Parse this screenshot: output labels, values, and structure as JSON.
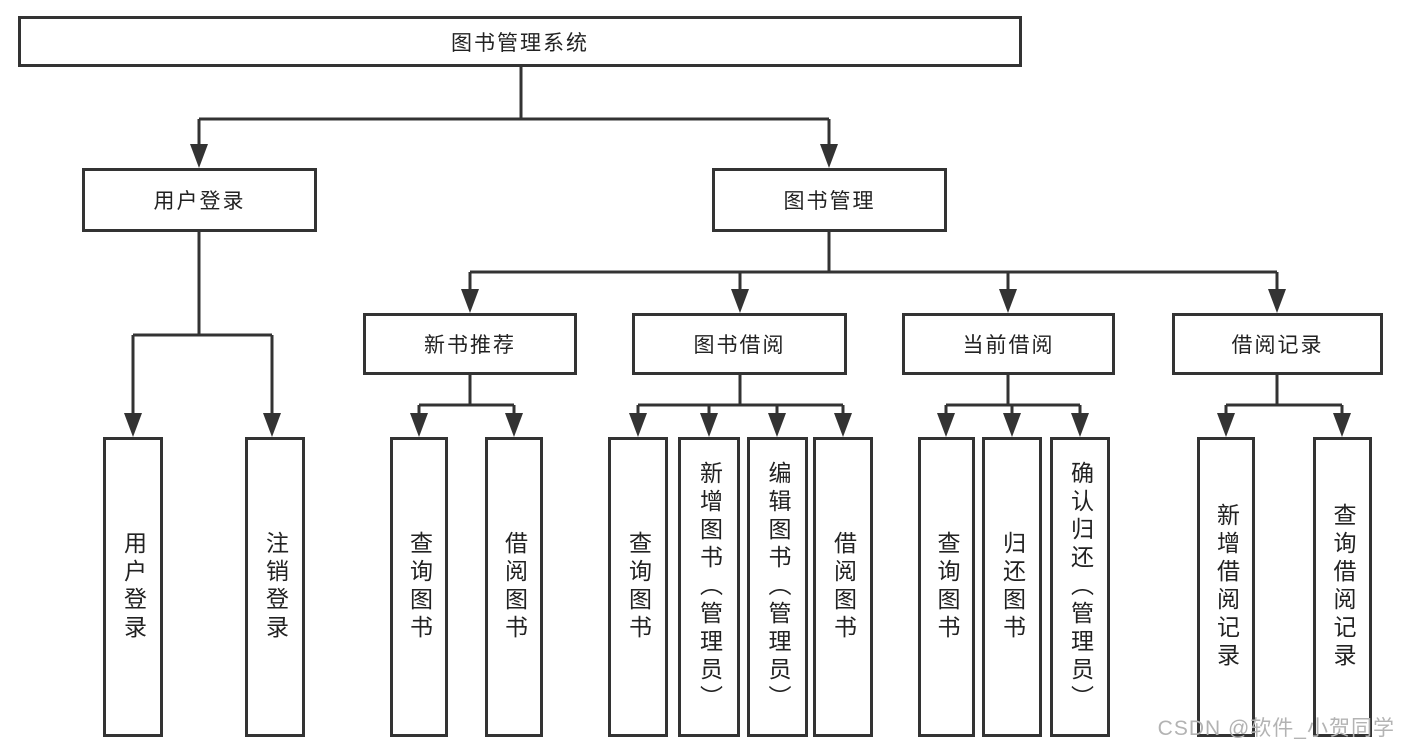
{
  "tree": {
    "label": "图书管理系统",
    "children": [
      {
        "label": "用户登录",
        "children": [
          {
            "label": "用户登录"
          },
          {
            "label": "注销登录"
          }
        ]
      },
      {
        "label": "图书管理",
        "children": [
          {
            "label": "新书推荐",
            "children": [
              {
                "label": "查询图书"
              },
              {
                "label": "借阅图书"
              }
            ]
          },
          {
            "label": "图书借阅",
            "children": [
              {
                "label": "查询图书"
              },
              {
                "label": "新增图书（管理员）"
              },
              {
                "label": "编辑图书（管理员）"
              },
              {
                "label": "借阅图书"
              }
            ]
          },
          {
            "label": "当前借阅",
            "children": [
              {
                "label": "查询图书"
              },
              {
                "label": "归还图书"
              },
              {
                "label": "确认归还（管理员）"
              }
            ]
          },
          {
            "label": "借阅记录",
            "children": [
              {
                "label": "新增借阅记录"
              },
              {
                "label": "查询借阅记录"
              }
            ]
          }
        ]
      }
    ]
  },
  "watermark": {
    "text": "CSDN @软件_小贺同学"
  },
  "colors": {
    "border": "#333333",
    "line": "#333333",
    "text": "#222222",
    "watermark": "#b3b3b3",
    "background": "#ffffff"
  }
}
